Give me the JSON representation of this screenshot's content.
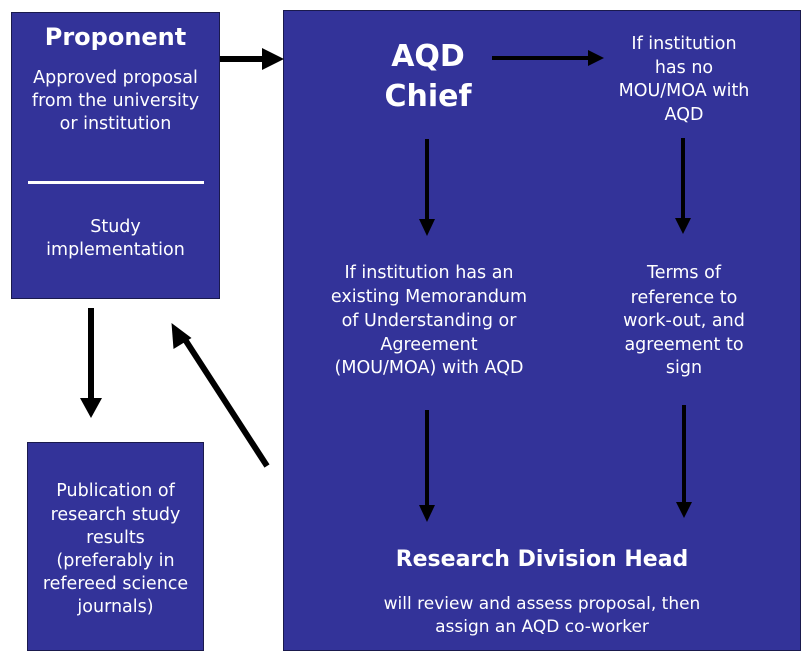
{
  "proponent": {
    "title": "Proponent",
    "line1": "Approved proposal",
    "line2": "from the university",
    "line3": "or institution",
    "study_line1": "Study",
    "study_line2": "implementation"
  },
  "publication": {
    "line1": "Publication of",
    "line2": "research study",
    "line3": "results",
    "line4": "(preferably in",
    "line5": "refereed science",
    "line6": "journals)"
  },
  "aqd_chief": {
    "line1": "AQD",
    "line2": "Chief"
  },
  "no_mou": {
    "line1": "If institution",
    "line2": "has no",
    "line3": "MOU/MOA with",
    "line4": "AQD"
  },
  "has_mou": {
    "line1": "If institution has an",
    "line2": "existing Memorandum",
    "line3": "of Understanding or",
    "line4": "Agreement",
    "line5": "(MOU/MOA) with AQD"
  },
  "terms": {
    "line1": "Terms of",
    "line2": "reference to",
    "line3": "work-out, and",
    "line4": "agreement to",
    "line5": "sign"
  },
  "research_head": {
    "title": "Research Division Head",
    "line1": "will review and assess proposal, then",
    "line2": "assign an AQD co-worker"
  },
  "colors": {
    "box_fill": "#333399",
    "text": "#ffffff",
    "arrow": "#000000"
  }
}
